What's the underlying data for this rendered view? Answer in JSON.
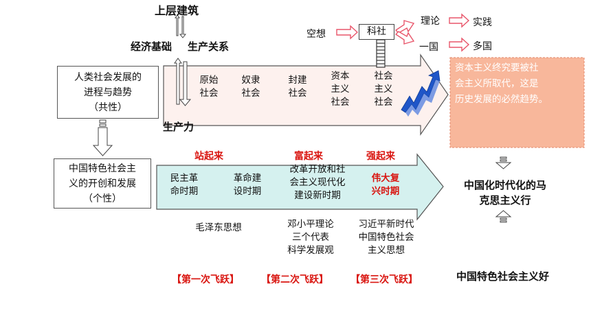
{
  "colors": {
    "upper_arrow_fill": "#fdf1ee",
    "lower_arrow_fill": "#d5f1ef",
    "callout_fill": "#f8b79b",
    "callout_border": "#e8957a",
    "highlight_red": "#d9140f",
    "blue_arrow": "#1f56c8",
    "arrow_pink": "#e8556a"
  },
  "top": {
    "superstructure": "上层建筑",
    "economic_base": "经济基础",
    "relations_of_production": "生产关系",
    "productive_forces": "生产力"
  },
  "left_boxes": {
    "human_society_lines": [
      "人类社会发展的",
      "进程与趋势",
      "（共性）"
    ],
    "csc_lines": [
      "中国特色社会主",
      "义的开创和发展",
      "（个性）"
    ]
  },
  "upper_stages": [
    {
      "line1": "原始",
      "line2": "社会"
    },
    {
      "line1": "奴隶",
      "line2": "社会"
    },
    {
      "line1": "封建",
      "line2": "社会"
    },
    {
      "line1": "资本",
      "line2": "主义",
      "line3": "社会"
    },
    {
      "line1": "社会",
      "line2": "主义",
      "line3": "社会"
    }
  ],
  "sci_soc": {
    "utopia": "空想",
    "scientific_socialism": "科社",
    "theory": "理论",
    "practice": "实践",
    "one_country": "一国",
    "multi_country": "多国"
  },
  "callout": {
    "lines": [
      "资本主义终究要被社",
      "会主义所取代，这是",
      "历史发展的必然趋势。"
    ]
  },
  "lower_titles": [
    "站起来",
    "富起来",
    "强起来"
  ],
  "lower_stages": [
    {
      "line1": "民主革",
      "line2": "命时期"
    },
    {
      "line1": "革命建",
      "line2": "设时期"
    },
    {
      "line1": "改革开放和社",
      "line2": "会主义现代化",
      "line3": "建设新时期"
    },
    {
      "line1": "伟大复",
      "line2": "兴时期"
    }
  ],
  "theories": [
    {
      "line1": "毛泽东思想"
    },
    {
      "line1": "邓小平理论",
      "line2": "三个代表",
      "line3": "科学发展观"
    },
    {
      "line1": "习近平新时代",
      "line2": "中国特色社会",
      "line3": "主义思想"
    }
  ],
  "leaps": [
    "【第一次飞跃】",
    "【第二次飞跃】",
    "【第三次飞跃】"
  ],
  "right": {
    "marxism_lines": [
      "中国化时代化的马",
      "克思主义行"
    ],
    "csc_good": "中国特色社会主义好"
  }
}
